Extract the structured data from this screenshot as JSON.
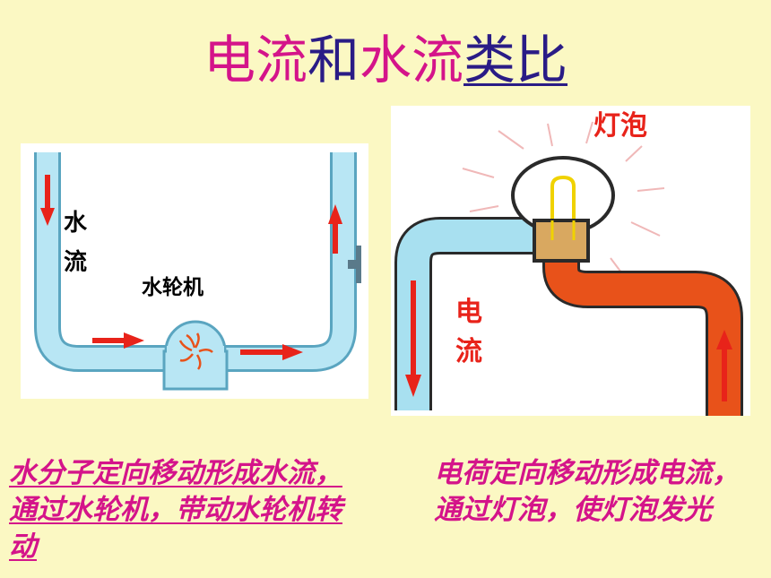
{
  "title": {
    "part1": "电流",
    "part2": "和",
    "part3": "水流",
    "part4": "类比"
  },
  "water_diagram": {
    "label_water_flow_1": "水",
    "label_water_flow_2": "流",
    "label_turbine": "水轮机"
  },
  "circuit_diagram": {
    "label_bulb": "灯泡",
    "label_current_1": "电",
    "label_current_2": "流"
  },
  "captions": {
    "left": "水分子定向移动形成水流，通过水轮机，带动水轮机转动",
    "right": "电荷定向移动形成电流，通过灯泡，使灯泡发光"
  },
  "colors": {
    "title_pink": "#d4148a",
    "title_navy": "#2a1c86",
    "pipe_blue": "#a8e0f0",
    "wire_orange": "#e8521a",
    "arrow_red": "#e8231a",
    "background": "#fbf8c3"
  }
}
